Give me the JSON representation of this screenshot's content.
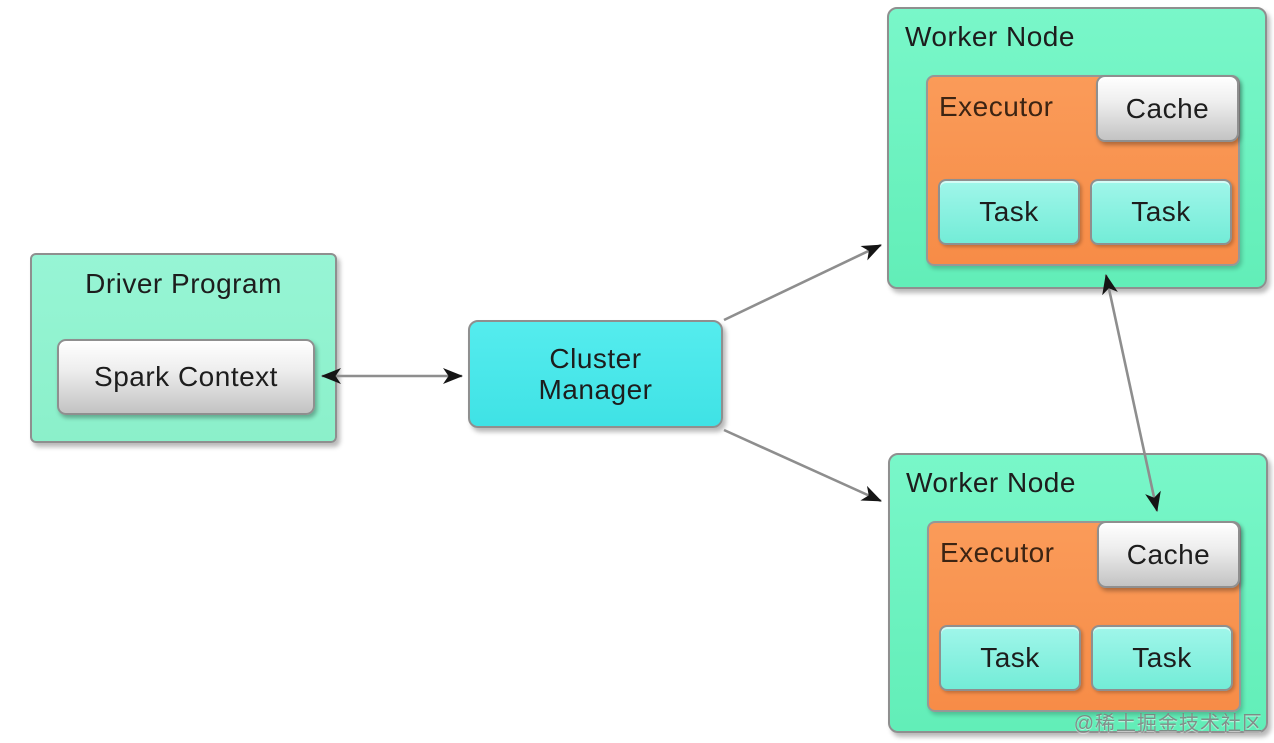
{
  "diagram": {
    "title_implied": "Spark cluster architecture",
    "driver_program": {
      "title": "Driver Program",
      "spark_context_label": "Spark Context"
    },
    "cluster_manager": {
      "title": "Cluster Manager"
    },
    "worker_nodes": [
      {
        "title": "Worker Node",
        "executor_label": "Executor",
        "cache_label": "Cache",
        "tasks": [
          "Task",
          "Task"
        ]
      },
      {
        "title": "Worker Node",
        "executor_label": "Executor",
        "cache_label": "Cache",
        "tasks": [
          "Task",
          "Task"
        ]
      }
    ],
    "edges": [
      {
        "from": "spark-context",
        "to": "cluster-manager",
        "bidirectional": true
      },
      {
        "from": "cluster-manager",
        "to": "worker-node-top",
        "bidirectional": false
      },
      {
        "from": "cluster-manager",
        "to": "worker-node-bottom",
        "bidirectional": false
      },
      {
        "from": "worker-node-top",
        "to": "worker-node-bottom-cache",
        "bidirectional": true
      }
    ],
    "colors": {
      "driver_green": "#93f3d1",
      "worker_green": "#70f2c3",
      "cluster_cyan": "#49e5e7",
      "executor_orange": "#f99351",
      "task_cyan": "#8af2e0",
      "button_gray": "#d9d9d9",
      "line_gray": "#8e8e8e",
      "arrowhead_black": "#151515",
      "background": "#ffffff"
    }
  },
  "watermark": "@稀土掘金技术社区"
}
